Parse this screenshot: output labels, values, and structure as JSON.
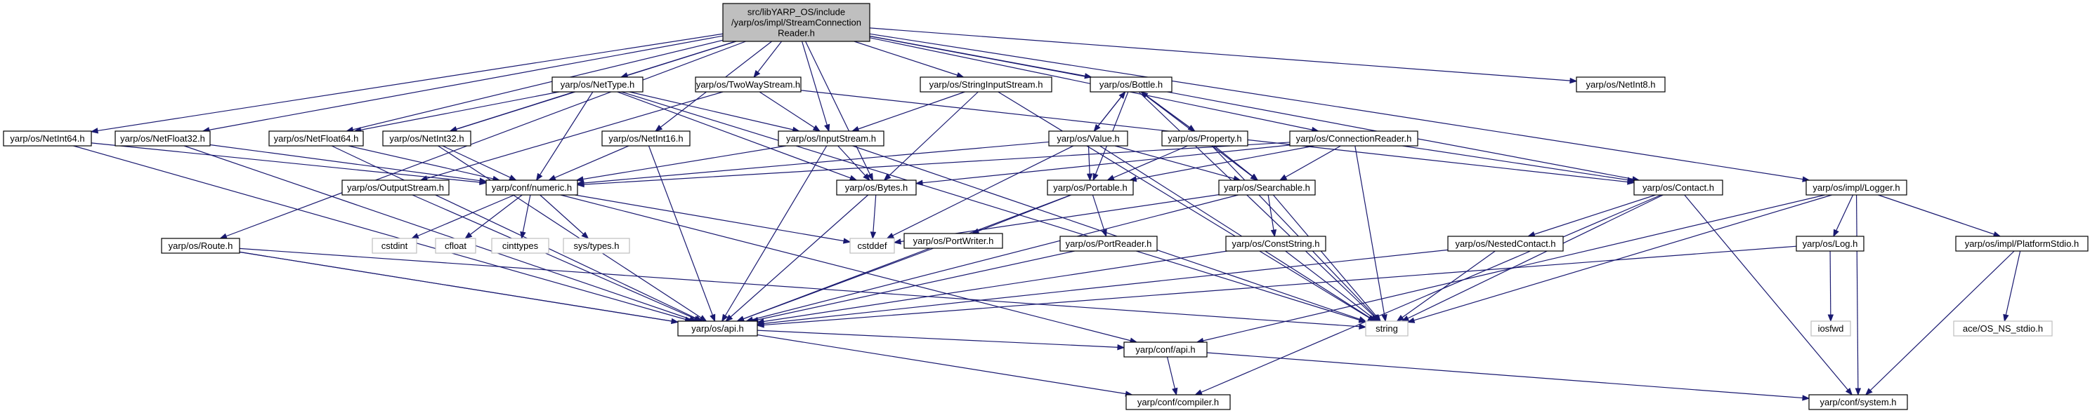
{
  "diagram": {
    "nodes": [
      {
        "id": "root",
        "lines": [
          "src/libYARP_OS/include",
          "/yarp/os/impl/StreamConnection",
          "Reader.h"
        ],
        "kind": "root"
      },
      {
        "id": "NetType",
        "lines": [
          "yarp/os/NetType.h"
        ]
      },
      {
        "id": "TwoWayStream",
        "lines": [
          "yarp/os/TwoWayStream.h"
        ]
      },
      {
        "id": "StringInputStream",
        "lines": [
          "yarp/os/StringInputStream.h"
        ]
      },
      {
        "id": "Bottle",
        "lines": [
          "yarp/os/Bottle.h"
        ]
      },
      {
        "id": "NetInt8",
        "lines": [
          "yarp/os/NetInt8.h"
        ]
      },
      {
        "id": "NetInt64",
        "lines": [
          "yarp/os/NetInt64.h"
        ]
      },
      {
        "id": "NetFloat32",
        "lines": [
          "yarp/os/NetFloat32.h"
        ]
      },
      {
        "id": "NetFloat64",
        "lines": [
          "yarp/os/NetFloat64.h"
        ]
      },
      {
        "id": "NetInt32",
        "lines": [
          "yarp/os/NetInt32.h"
        ]
      },
      {
        "id": "NetInt16",
        "lines": [
          "yarp/os/NetInt16.h"
        ]
      },
      {
        "id": "InputStream",
        "lines": [
          "yarp/os/InputStream.h"
        ]
      },
      {
        "id": "Value",
        "lines": [
          "yarp/os/Value.h"
        ]
      },
      {
        "id": "Property",
        "lines": [
          "yarp/os/Property.h"
        ]
      },
      {
        "id": "ConnectionReader",
        "lines": [
          "yarp/os/ConnectionReader.h"
        ]
      },
      {
        "id": "Logger",
        "lines": [
          "yarp/os/impl/Logger.h"
        ]
      },
      {
        "id": "OutputStream",
        "lines": [
          "yarp/os/OutputStream.h"
        ]
      },
      {
        "id": "numeric",
        "lines": [
          "yarp/conf/numeric.h"
        ]
      },
      {
        "id": "Bytes",
        "lines": [
          "yarp/os/Bytes.h"
        ]
      },
      {
        "id": "Portable",
        "lines": [
          "yarp/os/Portable.h"
        ]
      },
      {
        "id": "Searchable",
        "lines": [
          "yarp/os/Searchable.h"
        ]
      },
      {
        "id": "Contact",
        "lines": [
          "yarp/os/Contact.h"
        ]
      },
      {
        "id": "Route",
        "lines": [
          "yarp/os/Route.h"
        ]
      },
      {
        "id": "cstdint",
        "lines": [
          "cstdint"
        ],
        "kind": "sys"
      },
      {
        "id": "cfloat",
        "lines": [
          "cfloat"
        ],
        "kind": "sys"
      },
      {
        "id": "cinttypes",
        "lines": [
          "cinttypes"
        ],
        "kind": "sys"
      },
      {
        "id": "systypes",
        "lines": [
          "sys/types.h"
        ],
        "kind": "sys"
      },
      {
        "id": "cstddef",
        "lines": [
          "cstddef"
        ],
        "kind": "sys"
      },
      {
        "id": "PortWriter",
        "lines": [
          "yarp/os/PortWriter.h"
        ]
      },
      {
        "id": "PortReader",
        "lines": [
          "yarp/os/PortReader.h"
        ]
      },
      {
        "id": "ConstString",
        "lines": [
          "yarp/os/ConstString.h"
        ]
      },
      {
        "id": "NestedContact",
        "lines": [
          "yarp/os/NestedContact.h"
        ]
      },
      {
        "id": "Log",
        "lines": [
          "yarp/os/Log.h"
        ]
      },
      {
        "id": "PlatformStdio",
        "lines": [
          "yarp/os/impl/PlatformStdio.h"
        ]
      },
      {
        "id": "api",
        "lines": [
          "yarp/os/api.h"
        ]
      },
      {
        "id": "string",
        "lines": [
          "string"
        ],
        "kind": "sys"
      },
      {
        "id": "iosfwd",
        "lines": [
          "iosfwd"
        ],
        "kind": "sys"
      },
      {
        "id": "ace_stdio",
        "lines": [
          "ace/OS_NS_stdio.h"
        ],
        "kind": "sys"
      },
      {
        "id": "confapi",
        "lines": [
          "yarp/conf/api.h"
        ]
      },
      {
        "id": "compiler",
        "lines": [
          "yarp/conf/compiler.h"
        ]
      },
      {
        "id": "system",
        "lines": [
          "yarp/conf/system.h"
        ]
      }
    ],
    "edges": [
      [
        "root",
        "NetType"
      ],
      [
        "root",
        "TwoWayStream"
      ],
      [
        "root",
        "StringInputStream"
      ],
      [
        "root",
        "Bottle"
      ],
      [
        "root",
        "NetInt8"
      ],
      [
        "root",
        "NetInt64"
      ],
      [
        "root",
        "NetFloat32"
      ],
      [
        "root",
        "NetFloat64"
      ],
      [
        "root",
        "NetInt32"
      ],
      [
        "root",
        "NetInt16"
      ],
      [
        "root",
        "InputStream"
      ],
      [
        "root",
        "Bytes"
      ],
      [
        "root",
        "ConnectionReader"
      ],
      [
        "root",
        "Contact"
      ],
      [
        "root",
        "Logger"
      ],
      [
        "root",
        "Route"
      ],
      [
        "NetType",
        "NetFloat64"
      ],
      [
        "NetType",
        "NetInt32"
      ],
      [
        "NetType",
        "InputStream"
      ],
      [
        "NetType",
        "numeric"
      ],
      [
        "NetType",
        "Bytes"
      ],
      [
        "NetType",
        "string"
      ],
      [
        "TwoWayStream",
        "InputStream"
      ],
      [
        "TwoWayStream",
        "OutputStream"
      ],
      [
        "TwoWayStream",
        "Contact"
      ],
      [
        "StringInputStream",
        "InputStream"
      ],
      [
        "StringInputStream",
        "Bytes"
      ],
      [
        "StringInputStream",
        "string"
      ],
      [
        "Bottle",
        "Value"
      ],
      [
        "Bottle",
        "Property"
      ],
      [
        "Bottle",
        "Portable"
      ],
      [
        "Bottle",
        "Searchable"
      ],
      [
        "Bottle",
        "string"
      ],
      [
        "Value",
        "Bottle"
      ],
      [
        "Value",
        "Portable"
      ],
      [
        "Value",
        "Searchable"
      ],
      [
        "Value",
        "numeric"
      ],
      [
        "Value",
        "cstddef"
      ],
      [
        "Value",
        "string"
      ],
      [
        "Property",
        "Bottle"
      ],
      [
        "Property",
        "Portable"
      ],
      [
        "Property",
        "Searchable"
      ],
      [
        "Property",
        "string"
      ],
      [
        "NetInt64",
        "numeric"
      ],
      [
        "NetInt64",
        "api"
      ],
      [
        "NetFloat32",
        "numeric"
      ],
      [
        "NetFloat32",
        "api"
      ],
      [
        "NetFloat64",
        "numeric"
      ],
      [
        "NetFloat64",
        "api"
      ],
      [
        "NetInt32",
        "numeric"
      ],
      [
        "NetInt32",
        "api"
      ],
      [
        "NetInt16",
        "numeric"
      ],
      [
        "NetInt16",
        "api"
      ],
      [
        "InputStream",
        "numeric"
      ],
      [
        "InputStream",
        "Bytes"
      ],
      [
        "InputStream",
        "api"
      ],
      [
        "InputStream",
        "string"
      ],
      [
        "ConnectionReader",
        "Bytes"
      ],
      [
        "ConnectionReader",
        "numeric"
      ],
      [
        "ConnectionReader",
        "Searchable"
      ],
      [
        "ConnectionReader",
        "Contact"
      ],
      [
        "ConnectionReader",
        "Portable"
      ],
      [
        "ConnectionReader",
        "string"
      ],
      [
        "OutputStream",
        "api"
      ],
      [
        "numeric",
        "cstdint"
      ],
      [
        "numeric",
        "cfloat"
      ],
      [
        "numeric",
        "cinttypes"
      ],
      [
        "numeric",
        "systypes"
      ],
      [
        "numeric",
        "cstddef"
      ],
      [
        "numeric",
        "confapi"
      ],
      [
        "Bytes",
        "cstddef"
      ],
      [
        "Bytes",
        "api"
      ],
      [
        "Portable",
        "PortWriter"
      ],
      [
        "Portable",
        "PortReader"
      ],
      [
        "Portable",
        "api"
      ],
      [
        "Searchable",
        "ConstString"
      ],
      [
        "Searchable",
        "cstddef"
      ],
      [
        "Searchable",
        "api"
      ],
      [
        "Searchable",
        "string"
      ],
      [
        "Contact",
        "NestedContact"
      ],
      [
        "Contact",
        "string"
      ],
      [
        "Contact",
        "compiler"
      ],
      [
        "Contact",
        "system"
      ],
      [
        "Logger",
        "Log"
      ],
      [
        "Logger",
        "PlatformStdio"
      ],
      [
        "Logger",
        "string"
      ],
      [
        "Logger",
        "confapi"
      ],
      [
        "Logger",
        "system"
      ],
      [
        "Route",
        "api"
      ],
      [
        "Route",
        "string"
      ],
      [
        "Route",
        "compiler"
      ],
      [
        "PortWriter",
        "api"
      ],
      [
        "PortReader",
        "api"
      ],
      [
        "ConstString",
        "api"
      ],
      [
        "ConstString",
        "string"
      ],
      [
        "NestedContact",
        "api"
      ],
      [
        "NestedContact",
        "string"
      ],
      [
        "Log",
        "api"
      ],
      [
        "Log",
        "iosfwd"
      ],
      [
        "PlatformStdio",
        "ace_stdio"
      ],
      [
        "PlatformStdio",
        "system"
      ],
      [
        "api",
        "confapi"
      ],
      [
        "confapi",
        "compiler"
      ],
      [
        "confapi",
        "system"
      ]
    ]
  }
}
